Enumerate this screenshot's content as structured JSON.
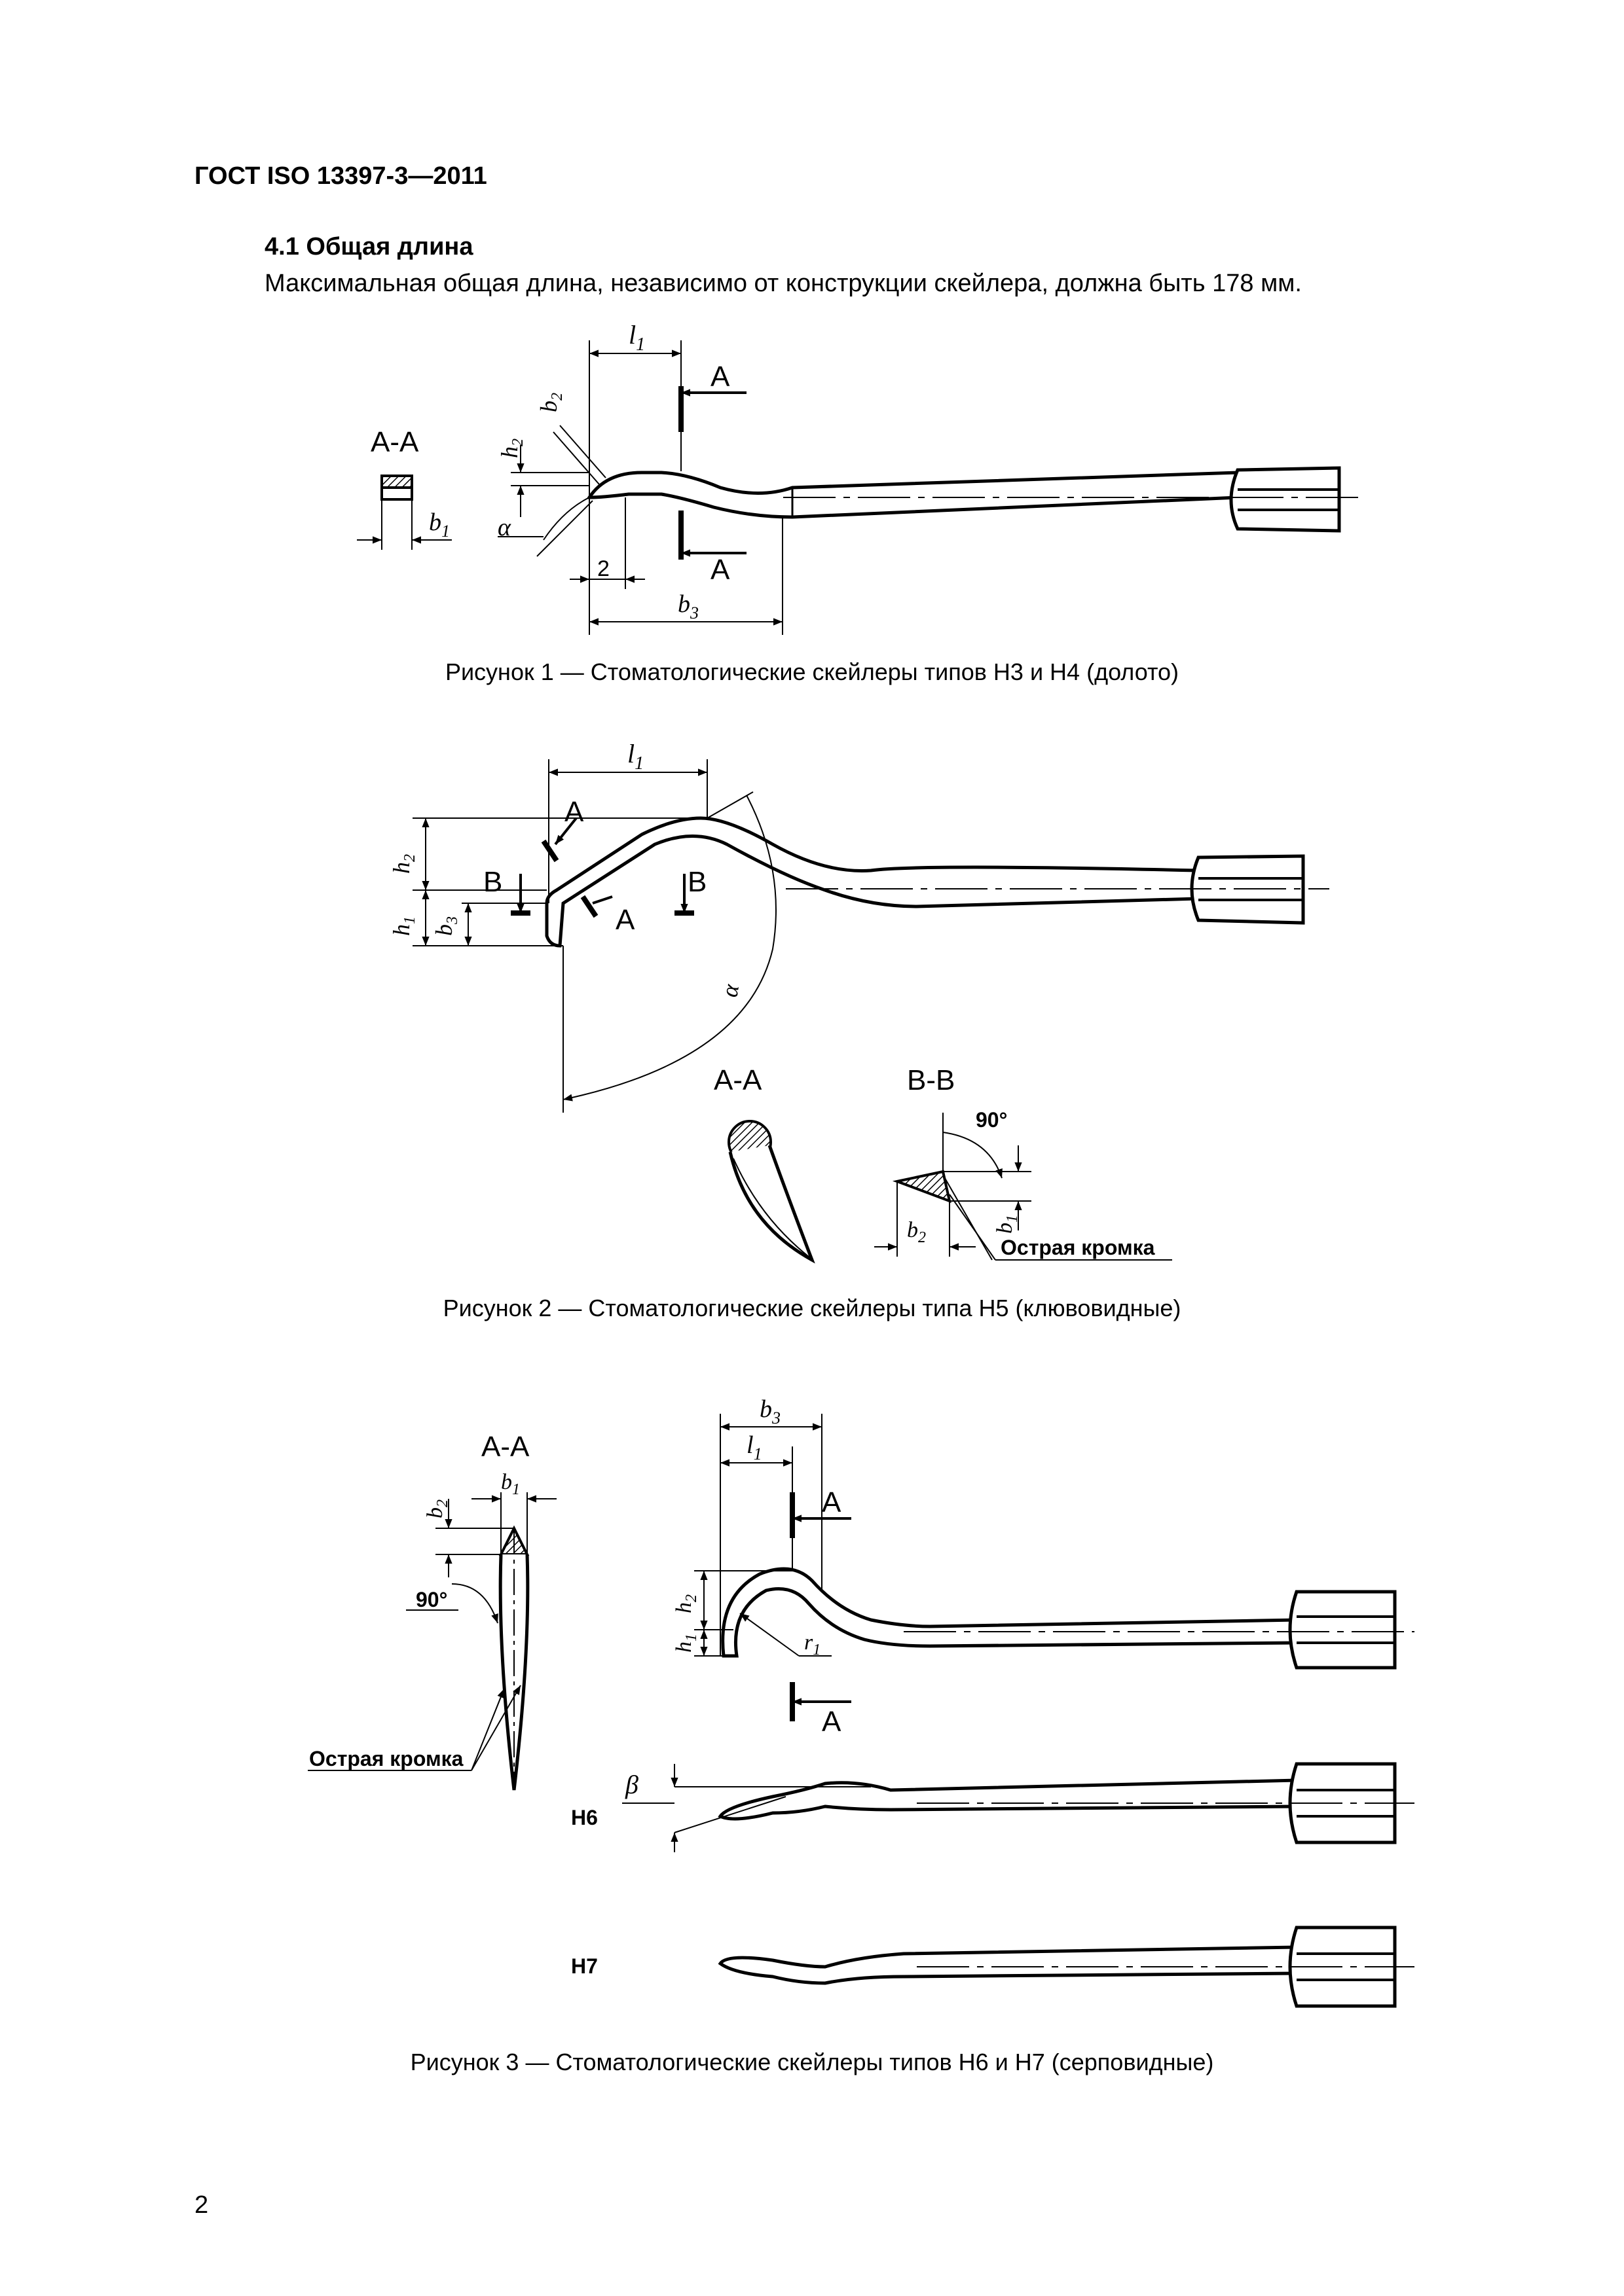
{
  "header": {
    "doc_id": "ГОСТ ISO 13397-3—2011"
  },
  "section": {
    "title": "4.1  Общая длина",
    "text": "Максимальная общая длина, независимо от конструкции скейлера, должна быть 178 мм."
  },
  "figures": [
    {
      "caption": "Рисунок  1 — Стоматологические скейлеры типов Н3 и Н4 (долото)",
      "labels": {
        "section": "А-А",
        "cut": "А",
        "l": "l",
        "l_sub": "1",
        "b": "b",
        "h": "h",
        "sub1": "1",
        "sub2": "2",
        "sub3": "3",
        "alpha": "α",
        "two": "2"
      }
    },
    {
      "caption": "Рисунок  2 — Стоматологические скейлеры типа Н5 (клювовидные)",
      "labels": {
        "section_a": "А-А",
        "section_b": "В-В",
        "cut_a": "А",
        "cut_b": "В",
        "l": "l",
        "b": "b",
        "h": "h",
        "sub1": "1",
        "sub2": "2",
        "sub3": "3",
        "alpha": "α",
        "angle": "90°",
        "edge": "Острая кромка"
      }
    },
    {
      "caption": "Рисунок  3 — Стоматологические скейлеры типов Н6 и Н7 (серповидные)",
      "labels": {
        "section": "А-А",
        "cut": "А",
        "l": "l",
        "b": "b",
        "h": "h",
        "r": "r",
        "sub1": "1",
        "sub2": "2",
        "sub3": "3",
        "angle": "90°",
        "edge": "Острая кромка",
        "beta": "β",
        "h6": "Н6",
        "h7": "Н7"
      }
    }
  ],
  "page_number": "2"
}
